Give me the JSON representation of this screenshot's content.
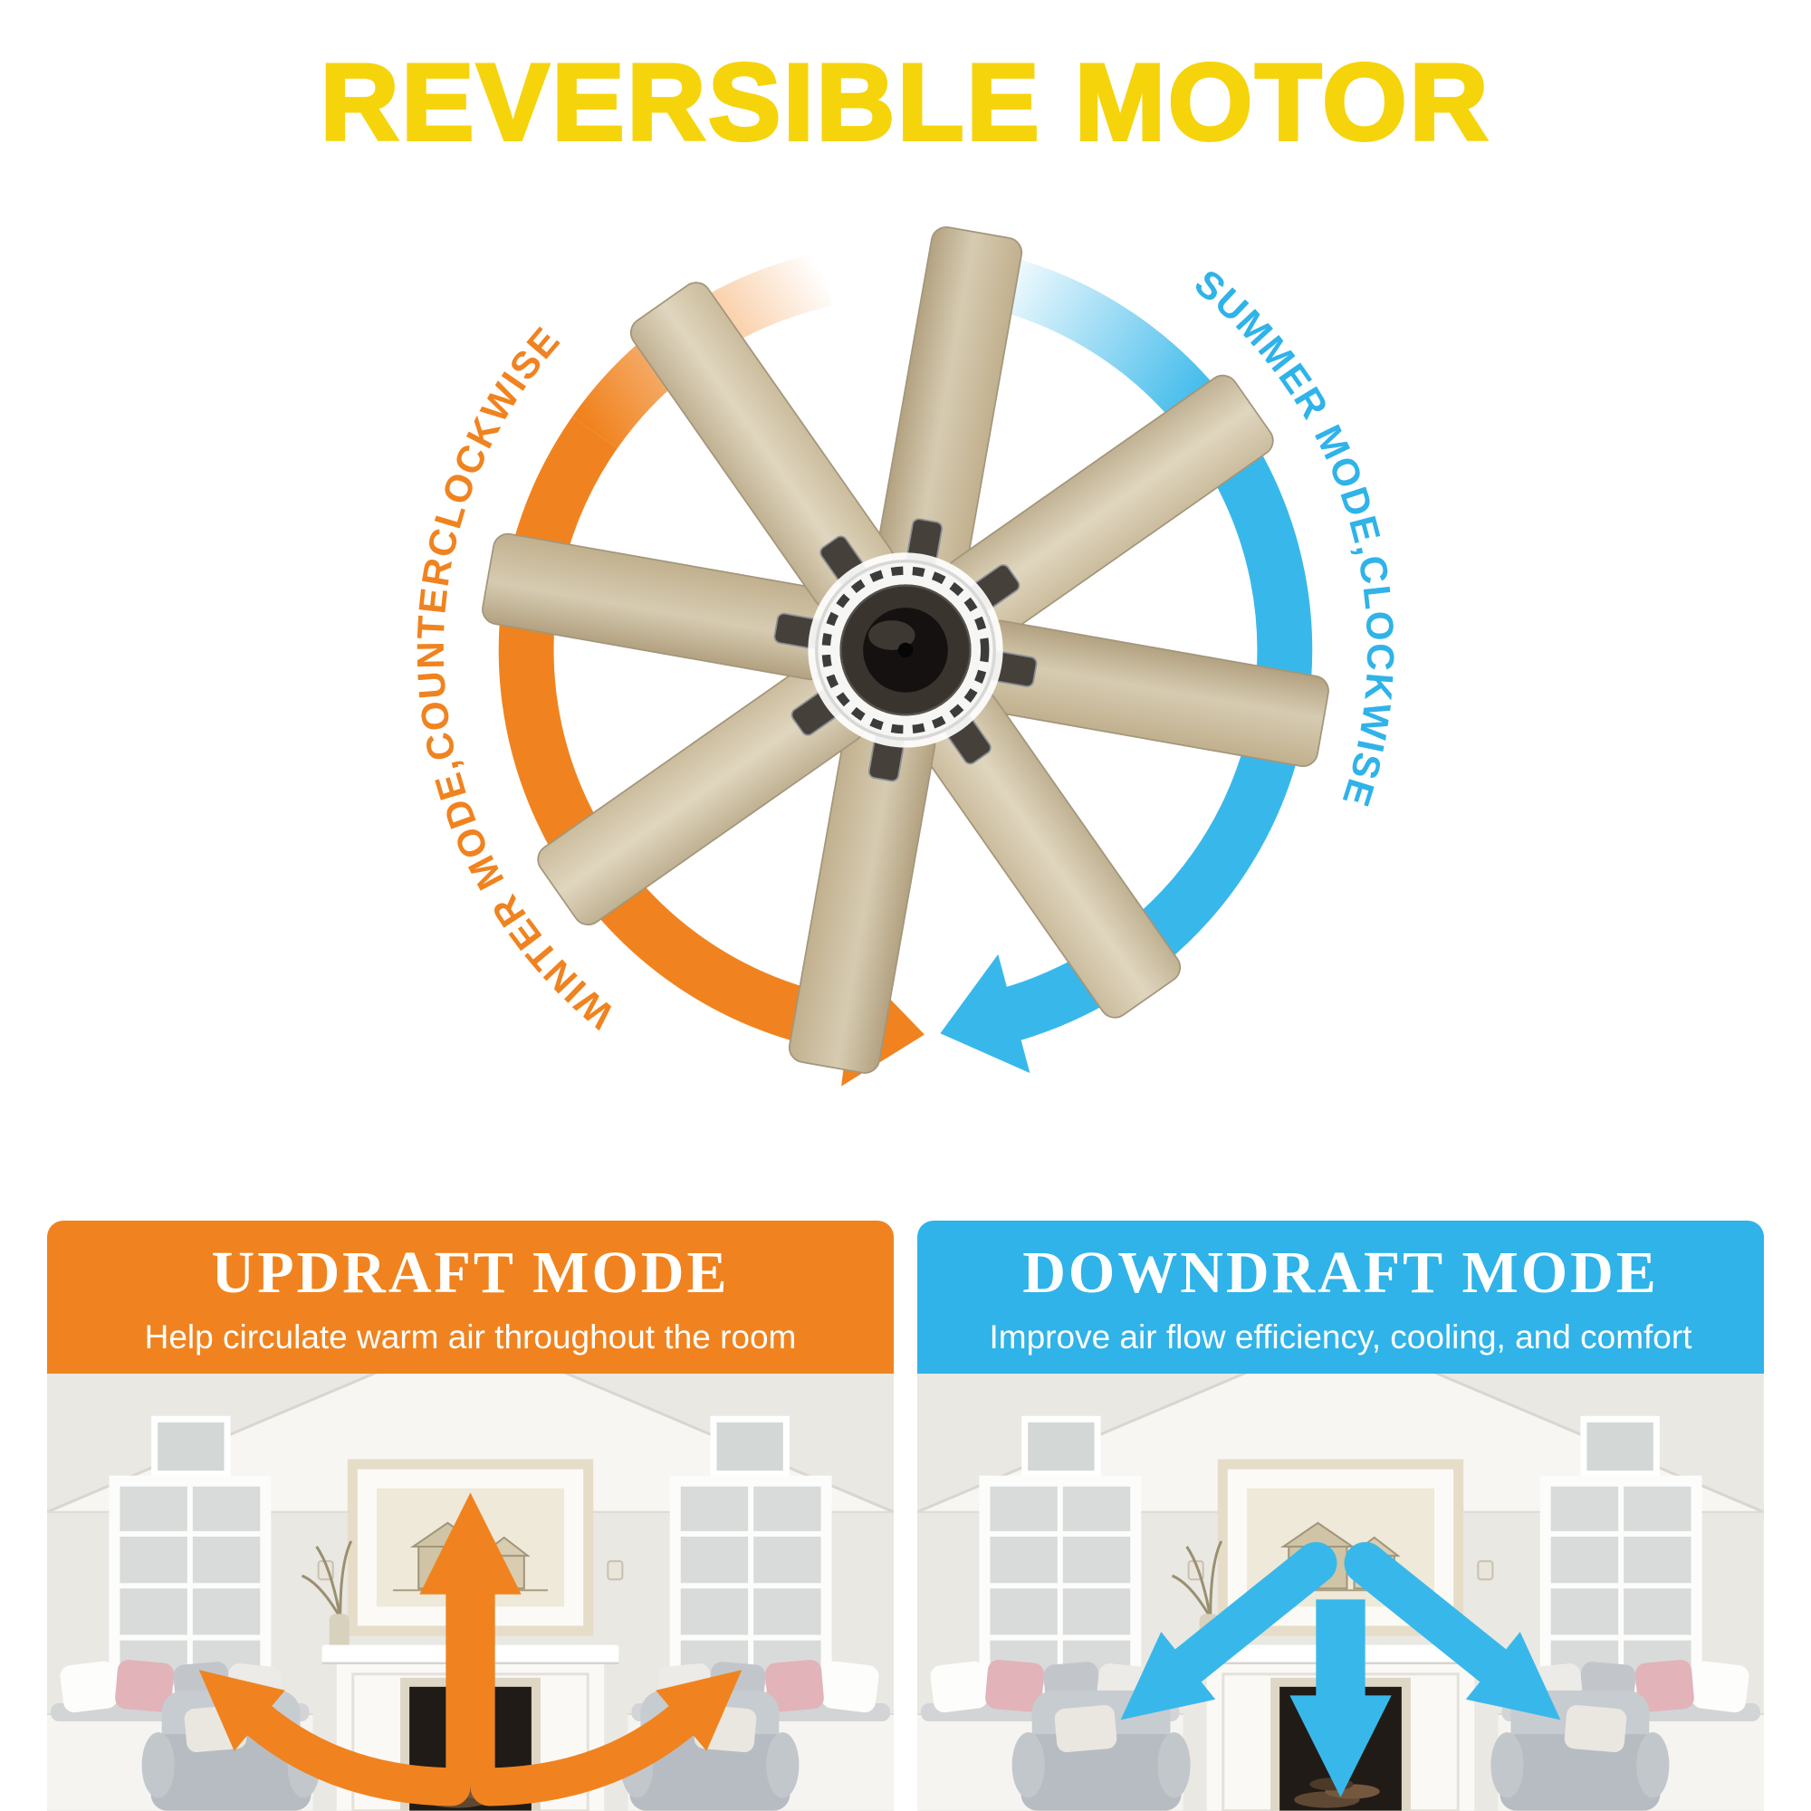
{
  "title": "REVERSIBLE MOTOR",
  "fan_diagram": {
    "winter_label": "WINTER MODE,COUNTERCLOCKWISE",
    "summer_label": "SUMMER MODE,CLOCKWISE"
  },
  "panels": {
    "updraft": {
      "title": "UPDRAFT MODE",
      "subtitle": "Help circulate warm air throughout the room"
    },
    "downdraft": {
      "title": "DOWNDRAFT MODE",
      "subtitle": "Improve air flow efficiency, cooling, and comfort"
    }
  },
  "colors": {
    "title_yellow": "#F5D40C",
    "winter_orange": "#F0831F",
    "summer_blue": "#2FB3E8",
    "blade_wood": "#C9BA9C"
  }
}
